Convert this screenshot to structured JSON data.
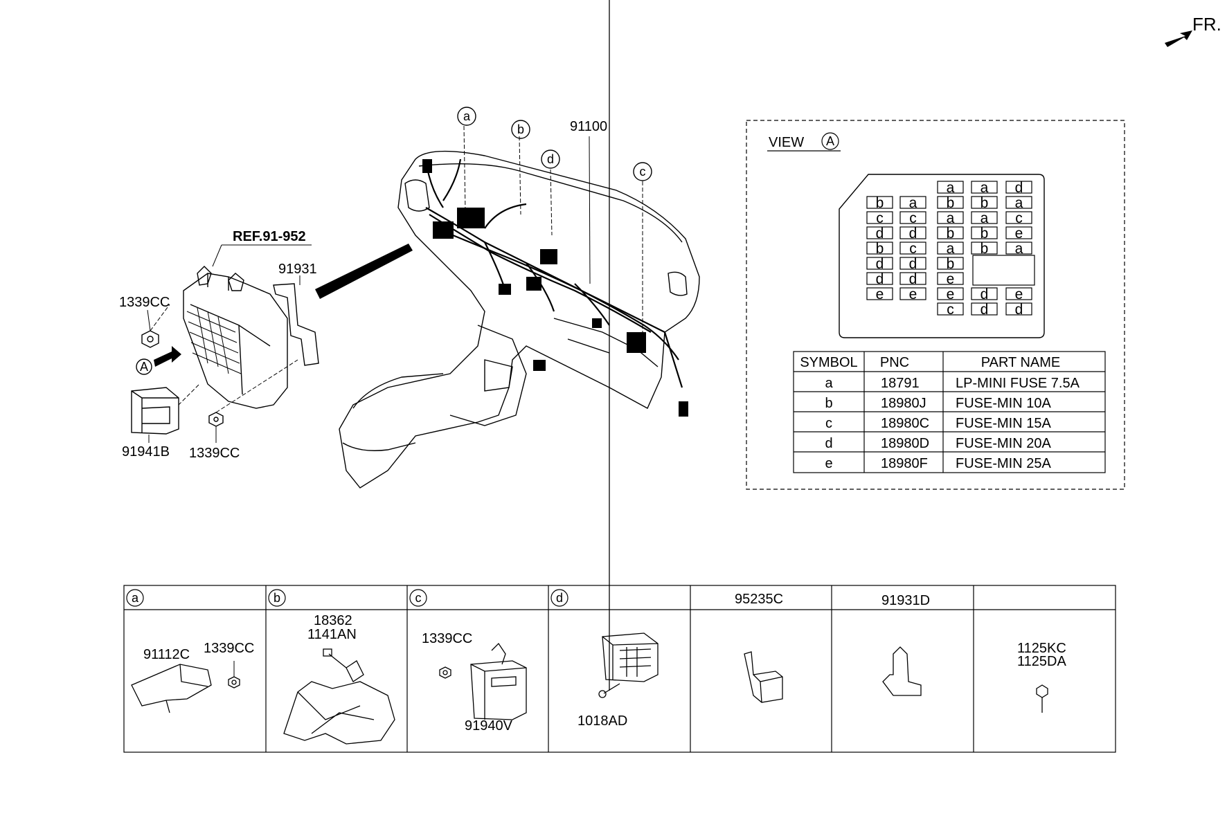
{
  "orientation": {
    "label": "FR."
  },
  "main": {
    "ref_label": "REF.91-952",
    "callouts": {
      "a": "a",
      "b": "b",
      "c": "c",
      "d": "d",
      "view_marker": "A"
    },
    "part_labels": {
      "harness": "91100",
      "bracket": "91931",
      "nut_top": "1339CC",
      "nut_bottom": "1339CC",
      "relay_box": "91941B"
    }
  },
  "view_a": {
    "title": "VIEW",
    "marker": "A",
    "fuse_grid": [
      {
        "id": "f1",
        "label": "a"
      },
      {
        "id": "f2",
        "label": "a"
      },
      {
        "id": "f3",
        "label": "d"
      },
      {
        "id": "f4",
        "label": "b"
      },
      {
        "id": "f5",
        "label": "a"
      },
      {
        "id": "f6",
        "label": "b"
      },
      {
        "id": "f7",
        "label": "b"
      },
      {
        "id": "f8",
        "label": "a"
      },
      {
        "id": "f9",
        "label": "c"
      },
      {
        "id": "f10",
        "label": "c"
      },
      {
        "id": "f11",
        "label": "a"
      },
      {
        "id": "f12",
        "label": "a"
      },
      {
        "id": "f13",
        "label": "c"
      },
      {
        "id": "f14",
        "label": "d"
      },
      {
        "id": "f15",
        "label": "d"
      },
      {
        "id": "f16",
        "label": "b"
      },
      {
        "id": "f17",
        "label": "b"
      },
      {
        "id": "f18",
        "label": "e"
      },
      {
        "id": "f19",
        "label": "b"
      },
      {
        "id": "f20",
        "label": "c"
      },
      {
        "id": "f21",
        "label": "a"
      },
      {
        "id": "f22",
        "label": "b"
      },
      {
        "id": "f23",
        "label": "a"
      },
      {
        "id": "f24",
        "label": "d"
      },
      {
        "id": "f25",
        "label": "d"
      },
      {
        "id": "f26",
        "label": "b"
      },
      {
        "id": "f27",
        "label": "d"
      },
      {
        "id": "f28",
        "label": "d"
      },
      {
        "id": "f29",
        "label": "e"
      },
      {
        "id": "f30",
        "label": "e"
      },
      {
        "id": "f31",
        "label": "e"
      },
      {
        "id": "f32",
        "label": "e"
      },
      {
        "id": "f33",
        "label": "d"
      },
      {
        "id": "f34",
        "label": "e"
      },
      {
        "id": "f35",
        "label": "c"
      },
      {
        "id": "f36",
        "label": "d"
      },
      {
        "id": "f37",
        "label": "d"
      }
    ],
    "table": {
      "headers": [
        "SYMBOL",
        "PNC",
        "PART NAME"
      ],
      "rows": [
        [
          "a",
          "18791",
          "LP-MINI FUSE 7.5A"
        ],
        [
          "b",
          "18980J",
          "FUSE-MIN 10A"
        ],
        [
          "c",
          "18980C",
          "FUSE-MIN 15A"
        ],
        [
          "d",
          "18980D",
          "FUSE-MIN 20A"
        ],
        [
          "e",
          "18980F",
          "FUSE-MIN 25A"
        ]
      ]
    }
  },
  "detail_table": {
    "headers": [
      "a",
      "b",
      "c",
      "d",
      "95235C",
      "91931D",
      ""
    ],
    "cells": {
      "a": [
        "91112C",
        "1339CC"
      ],
      "b": [
        "18362",
        "1141AN"
      ],
      "c": [
        "1339CC",
        "91940V"
      ],
      "d": [
        "1018AD"
      ],
      "g": [
        "1125KC",
        "1125DA"
      ]
    }
  }
}
